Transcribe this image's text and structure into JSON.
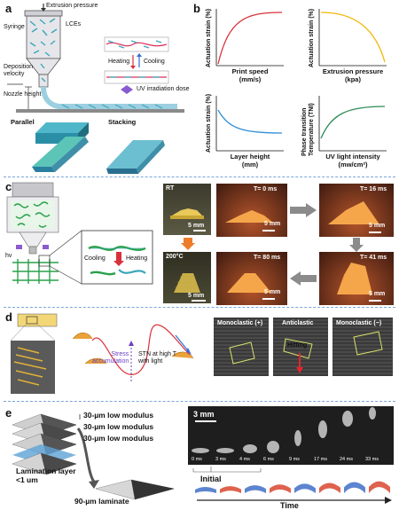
{
  "panel_a": {
    "letter": "a",
    "extrusion_pressure": "Extrusion pressure",
    "syringe": "Syringe",
    "lces": "LCEs",
    "deposition_velocity": "Deposition\nvelocity",
    "nozzle_height": "Nozzle height",
    "heating": "Heating",
    "cooling": "Cooling",
    "uv_dose": "UV irradiation dose",
    "parallel": "Parallel",
    "stacking": "Stacking"
  },
  "panel_b": {
    "letter": "b",
    "plots": [
      {
        "ylabel": "Actuation strain (%)",
        "xlabel": "Print speed\n(mm/s)",
        "color": "#d9313b"
      },
      {
        "ylabel": "Actuation strain (%)",
        "xlabel": "Extrusion pressure\n(kpa)",
        "color": "#f2b705"
      },
      {
        "ylabel": "Actuation strain (%)",
        "xlabel": "Layer height\n(mm)",
        "color": "#2f8fd6"
      },
      {
        "ylabel": "Phase transition\nTemperature (TNI)",
        "xlabel": "UV light intensity\n(mw/cm²)",
        "color": "#2e8b57"
      }
    ]
  },
  "panel_c": {
    "letter": "c",
    "hv": "hv",
    "cooling": "Cooling",
    "heating": "Heating",
    "rt": "RT",
    "temp_200": "200°C",
    "scale": "5 mm",
    "frames": [
      "T= 0 ms",
      "T= 16 ms",
      "T= 41 ms",
      "T= 80 ms"
    ]
  },
  "panel_d": {
    "letter": "d",
    "stress_accumulation": "Stress\naccumulation",
    "stn": "STN at high T\nwith light",
    "monoclastic_plus": "Monoclastic (+)",
    "anticlastic": "Anticlastic",
    "monoclastic_minus": "Monoclastic (−)",
    "hitting": "Hitting"
  },
  "panel_e": {
    "letter": "e",
    "layers": [
      "30-µm low modulus",
      "30-µm low modulus",
      "30-µm low modulus"
    ],
    "lamination": "Lamination layer\n<1 um",
    "laminate": "90-µm laminate",
    "scale": "3 mm",
    "times": [
      "0 ms",
      "3 ms",
      "4 ms",
      "6 ms",
      "9 ms",
      "17 ms",
      "24 ms",
      "33 ms"
    ],
    "initial": "Initial",
    "time_axis": "Time"
  }
}
